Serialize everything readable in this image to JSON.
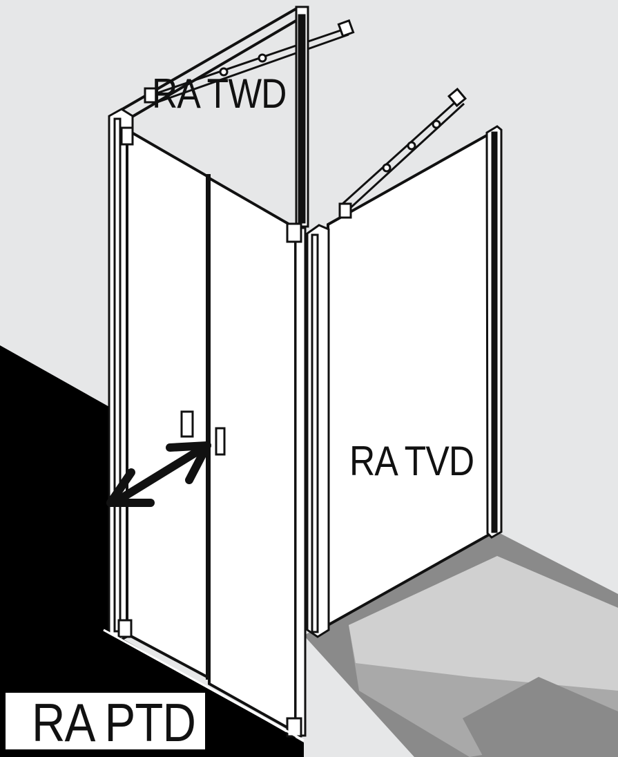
{
  "labels": {
    "twd": "RA TWD",
    "tvd": "RA TVD",
    "ptd": "RA PTD"
  },
  "colors": {
    "wall": "#e6e7e8",
    "floor": "#000000",
    "glass": "#ffffff",
    "outline": "#111111",
    "tray_dark": "#8a8a8a",
    "tray_mid": "#a9a9a9",
    "tray_light": "#d0d0d0"
  }
}
